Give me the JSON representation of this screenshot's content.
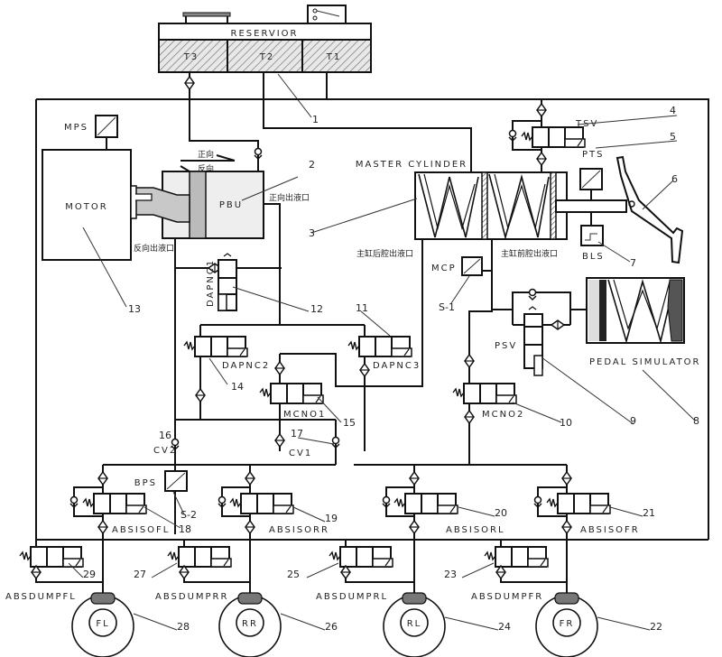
{
  "reservoir": {
    "label": "RESERVIOR",
    "chambers": [
      "T3",
      "T2",
      "T1"
    ]
  },
  "motor": {
    "label": "MOTOR",
    "sensor": "MPS"
  },
  "pbu": {
    "label": "PBU",
    "forward": "正向",
    "reverse": "反向",
    "forward_outlet": "正向出液口",
    "reverse_outlet": "反向出液口"
  },
  "master_cylinder": {
    "label": "MASTER CYLINDER",
    "rear_outlet": "主缸后腔出液口",
    "front_outlet": "主缸前腔出液口"
  },
  "sensors": {
    "pts": "PTS",
    "bls": "BLS",
    "mcp": "MCP",
    "bps": "BPS"
  },
  "valves": {
    "tsv": "TSV",
    "psv": "PSV",
    "dapnc1": "DAPNC1",
    "dapnc2": "DAPNC2",
    "dapnc3": "DAPNC3",
    "mcno1": "MCNO1",
    "mcno2": "MCNO2",
    "cv1": "CV1",
    "cv2": "CV2",
    "absisofl": "ABSISOFL",
    "absisorr": "ABSISORR",
    "absisorl": "ABSISORL",
    "absisofr": "ABSISOFR",
    "absdumpfl": "ABSDUMPFL",
    "absdumprr": "ABSDUMPRR",
    "absdumprl": "ABSDUMPRL",
    "absdumpfr": "ABSDUMPFR"
  },
  "pedal_simulator": {
    "label": "PEDAL   SIMULATOR"
  },
  "wheels": {
    "fl": "FL",
    "rr": "RR",
    "rl": "RL",
    "fr": "FR"
  },
  "callouts": {
    "n1": "1",
    "n2": "2",
    "n3": "3",
    "n4": "4",
    "n5": "5",
    "n6": "6",
    "n7": "7",
    "n8": "8",
    "n9": "9",
    "n10": "10",
    "n11": "11",
    "n12": "12",
    "n13": "13",
    "n14": "14",
    "n15": "15",
    "n16": "16",
    "n17": "17",
    "n18": "18",
    "n19": "19",
    "n20": "20",
    "n21": "21",
    "n22": "22",
    "n23": "23",
    "n24": "24",
    "n25": "25",
    "n26": "26",
    "n27": "27",
    "n28": "28",
    "n29": "29",
    "s1": "S-1",
    "s2": "S-2"
  }
}
